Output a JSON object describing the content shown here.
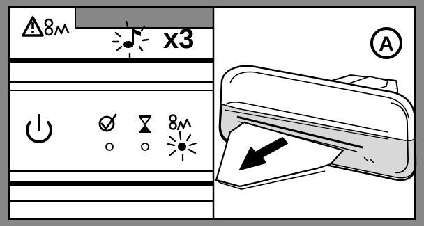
{
  "panel_left": {
    "warning_tab": {
      "icons": [
        "warning-triangle-icon",
        "paper-jam-icon"
      ]
    },
    "sound_alert": {
      "icon": "music-note-beeping-icon",
      "repeat_text": "x3"
    },
    "control_panel": {
      "power": {
        "icon": "power-icon"
      },
      "indicators": [
        {
          "icon": "checkmark-circle-icon",
          "light_state": "off"
        },
        {
          "icon": "hourglass-icon",
          "light_state": "off"
        },
        {
          "icon": "paper-jam-icon",
          "light_state": "blinking"
        }
      ]
    }
  },
  "panel_right": {
    "label": "A",
    "illustration": "laminator-with-document-being-pulled-out",
    "arrow": "pull-out-direction"
  },
  "colors": {
    "frame": "#878787",
    "ink": "#000000",
    "paper": "#ffffff",
    "laminator_shade": "#d8d8d8"
  }
}
